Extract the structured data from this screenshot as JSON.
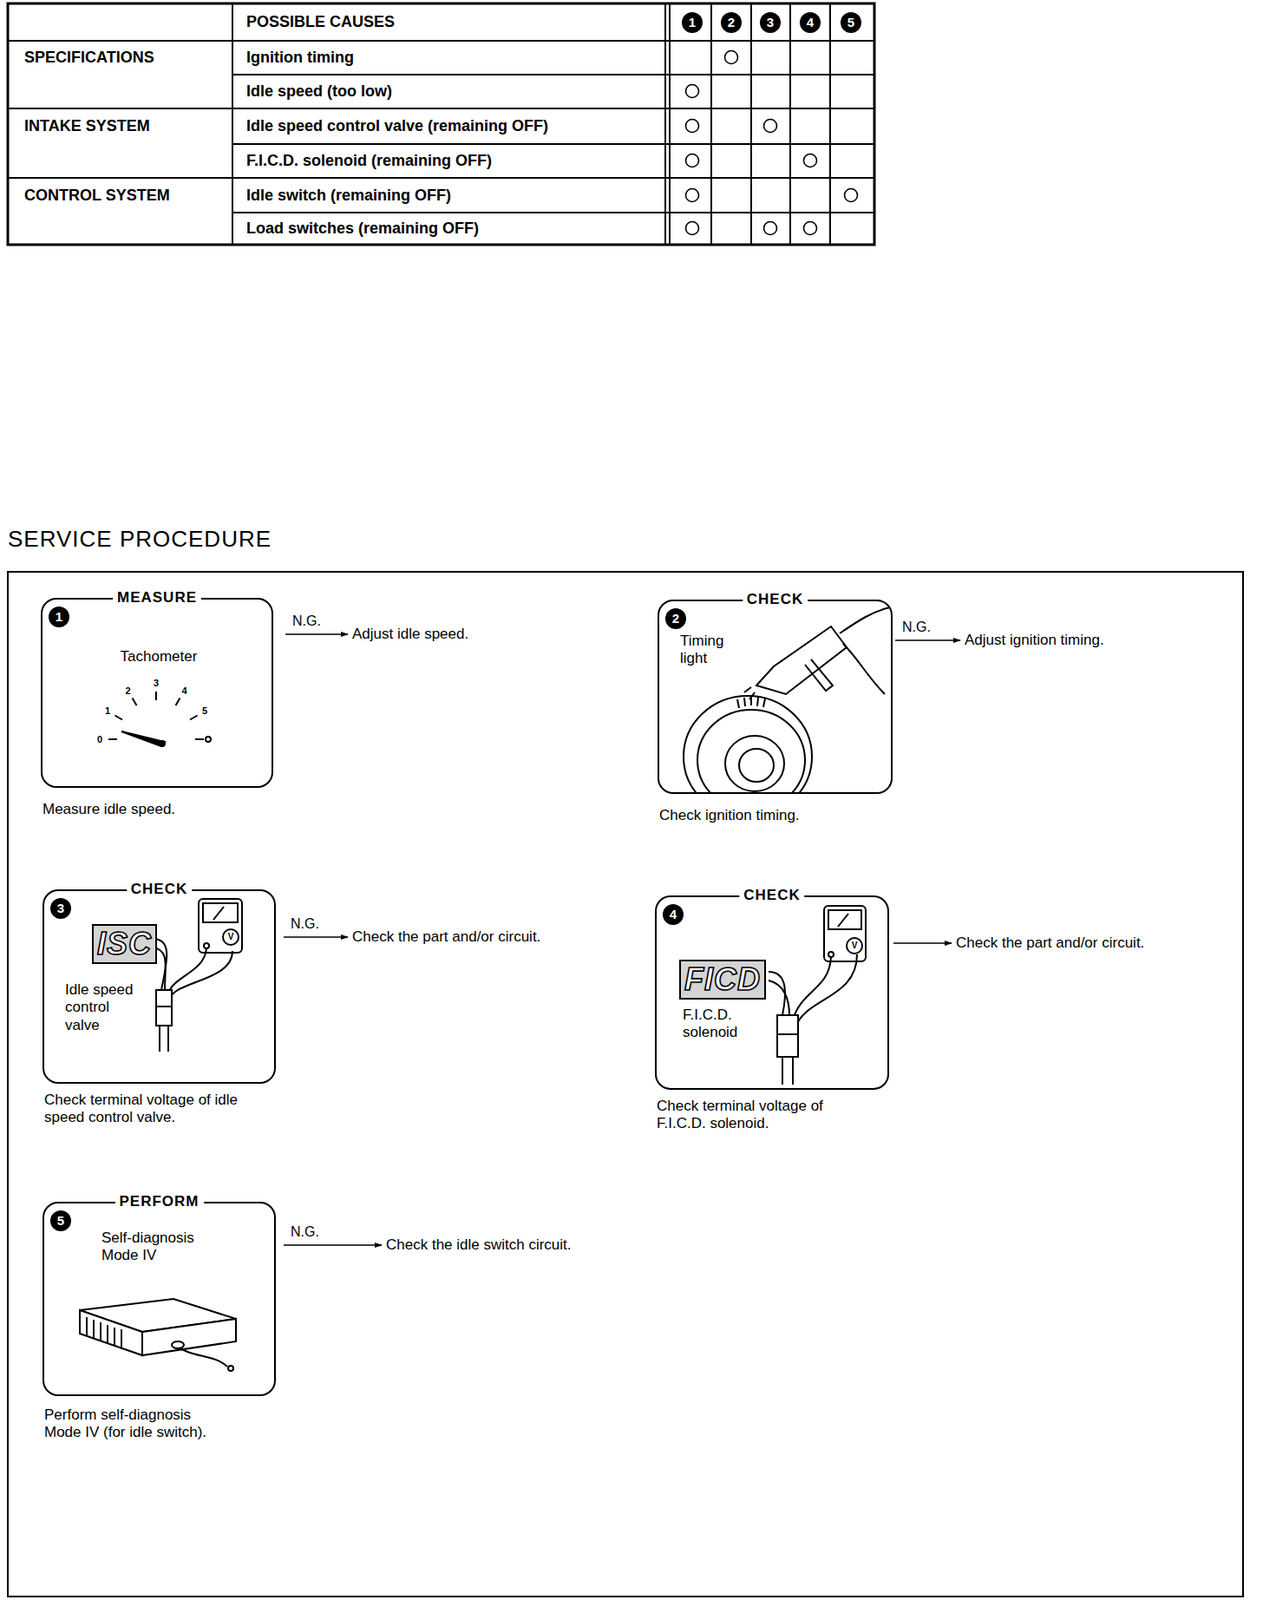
{
  "diagram": {
    "title": "SERVICE PROCEDURE",
    "nodes": [
      {
        "text": [
          "MEASURE",
          "1",
          "Tachometer",
          "Measure idle speed."
        ]
      },
      {
        "text": [
          "Adjust idle speed."
        ]
      },
      {
        "text": [
          "CHECK",
          "2",
          "Timing light",
          "Check ignition timing."
        ]
      },
      {
        "text": [
          "Adjust ignition timing."
        ]
      },
      {
        "text": [
          "CHECK",
          "3",
          "ISC",
          "Idle speed control valve",
          "Check terminal voltage of idle speed control valve."
        ]
      },
      {
        "text": [
          "Check the part and/or circuit."
        ]
      },
      {
        "text": [
          "CHECK",
          "4",
          "FICD",
          "F.I.C.D. solenoid",
          "Check terminal voltage of F.I.C.D. solenoid."
        ]
      },
      {
        "text": [
          "Check the part and/or circuit."
        ]
      },
      {
        "text": [
          "PERFORM",
          "5",
          "Self-diagnosis Mode IV",
          "Perform self-diagnosis Mode IV (for idle switch)."
        ]
      },
      {
        "text": [
          "Check the idle switch circuit."
        ]
      }
    ],
    "edges": [
      {
        "from": 0,
        "to": 1,
        "arrow": "to",
        "label": "N.G."
      },
      {
        "from": 2,
        "to": 3,
        "arrow": "to",
        "label": "N.G."
      },
      {
        "from": 4,
        "to": 5,
        "arrow": "to",
        "label": "N.G."
      },
      {
        "from": 6,
        "to": 7,
        "arrow": "to"
      },
      {
        "from": 8,
        "to": 9,
        "arrow": "to",
        "label": "N.G."
      }
    ],
    "labels": [
      "POSSIBLE CAUSES",
      "1",
      "2",
      "3",
      "4",
      "5",
      "SPECIFICATIONS",
      "Ignition timing",
      "Idle speed (too low)",
      "INTAKE SYSTEM",
      "Idle speed control valve (remaining OFF)",
      "F.I.C.D. solenoid (remaining OFF)",
      "CONTROL SYSTEM",
      "Idle switch (remaining OFF)",
      "Load switches (remaining OFF)",
      "0",
      "1",
      "2",
      "3",
      "4",
      "5",
      "V",
      "V"
    ]
  }
}
